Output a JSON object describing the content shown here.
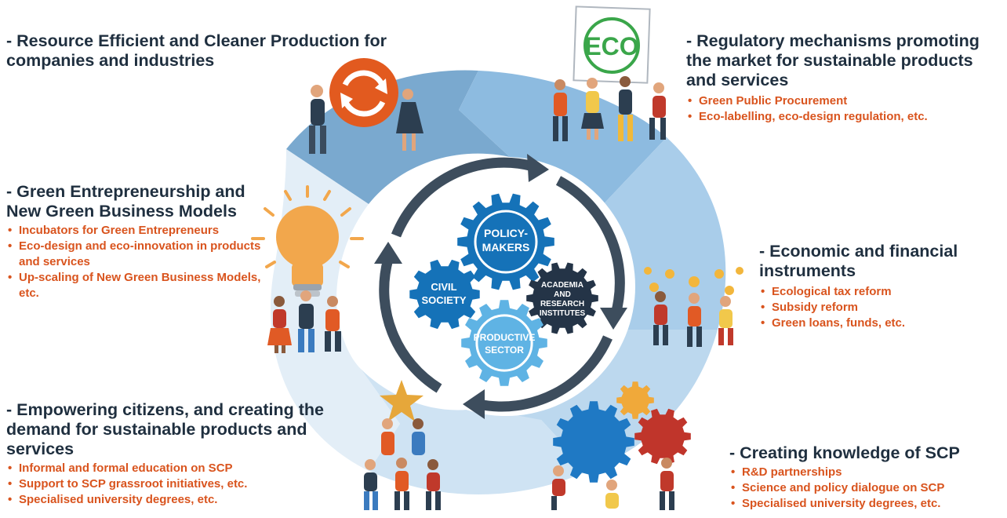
{
  "sections": [
    {
      "title": "- Resource Efficient and Cleaner Production for companies and industries",
      "bullets": []
    },
    {
      "title": "- Regulatory mechanisms promoting the market for sustainable products and services",
      "bullets": [
        "Green Public Procurement",
        "Eco-labelling, eco-design regulation, etc."
      ]
    },
    {
      "title": "- Green Entrepreneurship and New Green Business Models",
      "bullets": [
        "Incubators for Green Entrepreneurs",
        "Eco-design and eco-innovation in products and services",
        "Up-scaling of New Green Business Models, etc."
      ]
    },
    {
      "title": "- Economic and financial instruments",
      "bullets": [
        "Ecological tax reform",
        "Subsidy reform",
        "Green loans, funds, etc."
      ]
    },
    {
      "title": "- Empowering citizens, and creating the demand for sustainable products and services",
      "bullets": [
        "Informal and formal education on SCP",
        "Support to SCP grassroot initiatives, etc.",
        "Specialised university degrees, etc."
      ]
    },
    {
      "title": "- Creating knowledge of SCP",
      "bullets": [
        "R&D partnerships",
        "Science and policy dialogue on SCP",
        "Specialised university degrees, etc."
      ]
    }
  ],
  "gears": {
    "policy": [
      "POLICY-",
      "MAKERS"
    ],
    "civil": [
      "CIVIL",
      "SOCIETY"
    ],
    "academia": [
      "ACADEMIA",
      "AND",
      "RESEARCH",
      "INSTITUTES"
    ],
    "productive": [
      "PRODUCTIVE",
      "SECTOR"
    ]
  },
  "eco_label": "ECO",
  "colors": {
    "title": "#1f2f3f",
    "bullet": "#d9541e",
    "gear_blue": "#1572b8",
    "gear_light": "#5fb3e4",
    "gear_dark": "#243447",
    "cycle_arrow": "#3d4d5d"
  }
}
